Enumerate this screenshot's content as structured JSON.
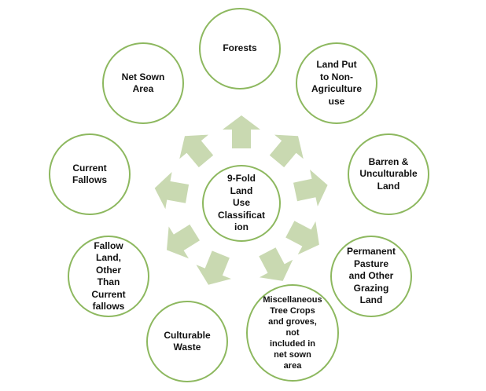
{
  "center": {
    "label": "9-Fold\nLand\nUse\nClassificat\nion"
  },
  "nodes": [
    {
      "id": "forests",
      "label": "Forests"
    },
    {
      "id": "non-agri",
      "label": "Land Put\nto Non-\nAgriculture\nuse"
    },
    {
      "id": "barren",
      "label": "Barren &\nUnculturable\nLand"
    },
    {
      "id": "pasture",
      "label": "Permanent\nPasture\nand Other\nGrazing\nLand"
    },
    {
      "id": "misc-tree",
      "label": "Miscellaneous\nTree Crops\nand groves,\nnot\nincluded in\nnet sown\narea"
    },
    {
      "id": "culturable-waste",
      "label": "Culturable\nWaste"
    },
    {
      "id": "fallow-other",
      "label": "Fallow\nLand,\nOther\nThan\nCurrent\nfallows"
    },
    {
      "id": "current-fallows",
      "label": "Current\nFallows"
    },
    {
      "id": "net-sown",
      "label": "Net Sown\nArea"
    }
  ],
  "colors": {
    "circle_border": "#8db85f",
    "arrow_fill": "#c9d9b1",
    "text": "#111111"
  }
}
